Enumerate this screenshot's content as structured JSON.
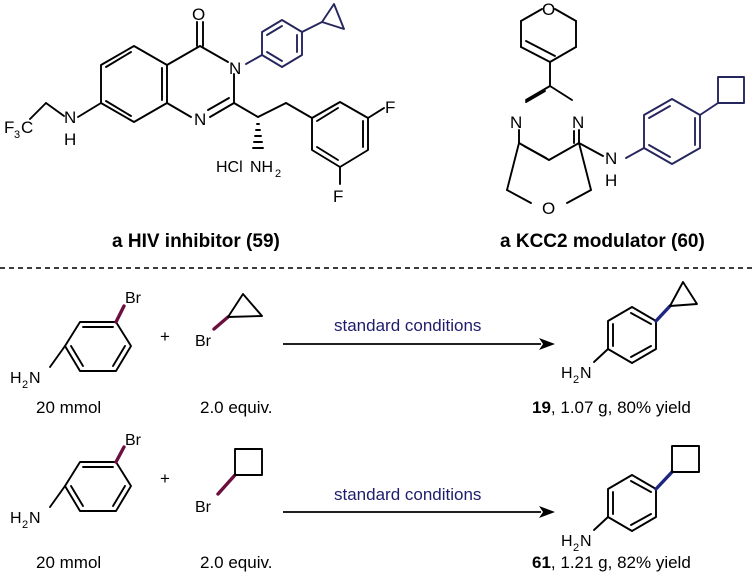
{
  "top": {
    "hiv": {
      "caption_pre": "a HIV inhibitor (",
      "caption_num": "59",
      "caption_post": ")",
      "atoms": {
        "o": "O",
        "n3": "N",
        "n1": "N",
        "nh": "N",
        "h": "H",
        "f3c": "F",
        "f3c_sub": "3",
        "f3c_c": "C",
        "f1": "F",
        "f2": "F",
        "hcl": "HCl",
        "nh2": "NH",
        "nh2_sub": "2"
      }
    },
    "kcc2": {
      "caption_pre": "a KCC2 modulator (",
      "caption_num": "60",
      "caption_post": ")",
      "atoms": {
        "o_pyran": "O",
        "n_a": "N",
        "n_b": "N",
        "o_furan": "O",
        "nh_n": "N",
        "nh_h": "H"
      }
    }
  },
  "reactions": [
    {
      "sm_label": "20 mmol",
      "reagent_label": "2.0 equiv.",
      "plus": "+",
      "conditions": "standard conditions",
      "atoms": {
        "br1": "Br",
        "h2n": "H",
        "h2n_sub": "2",
        "h2n_n": "N",
        "br2": "Br",
        "p_h2n": "H",
        "p_sub": "2",
        "p_n": "N"
      },
      "product_num": "19",
      "product_rest": ", 1.07 g, 80% yield"
    },
    {
      "sm_label": "20 mmol",
      "reagent_label": "2.0 equiv.",
      "plus": "+",
      "conditions": "standard conditions",
      "atoms": {
        "br1": "Br",
        "h2n": "H",
        "h2n_sub": "2",
        "h2n_n": "N",
        "br2": "Br",
        "p_h2n": "H",
        "p_sub": "2",
        "p_n": "N"
      },
      "product_num": "61",
      "product_rest": ", 1.21 g, 82% yield"
    }
  ],
  "colors": {
    "navy": "#26265e",
    "bond_red": "#6b0f3f",
    "bond_blue": "#1f2680",
    "cond_text": "#1d1d6b"
  }
}
